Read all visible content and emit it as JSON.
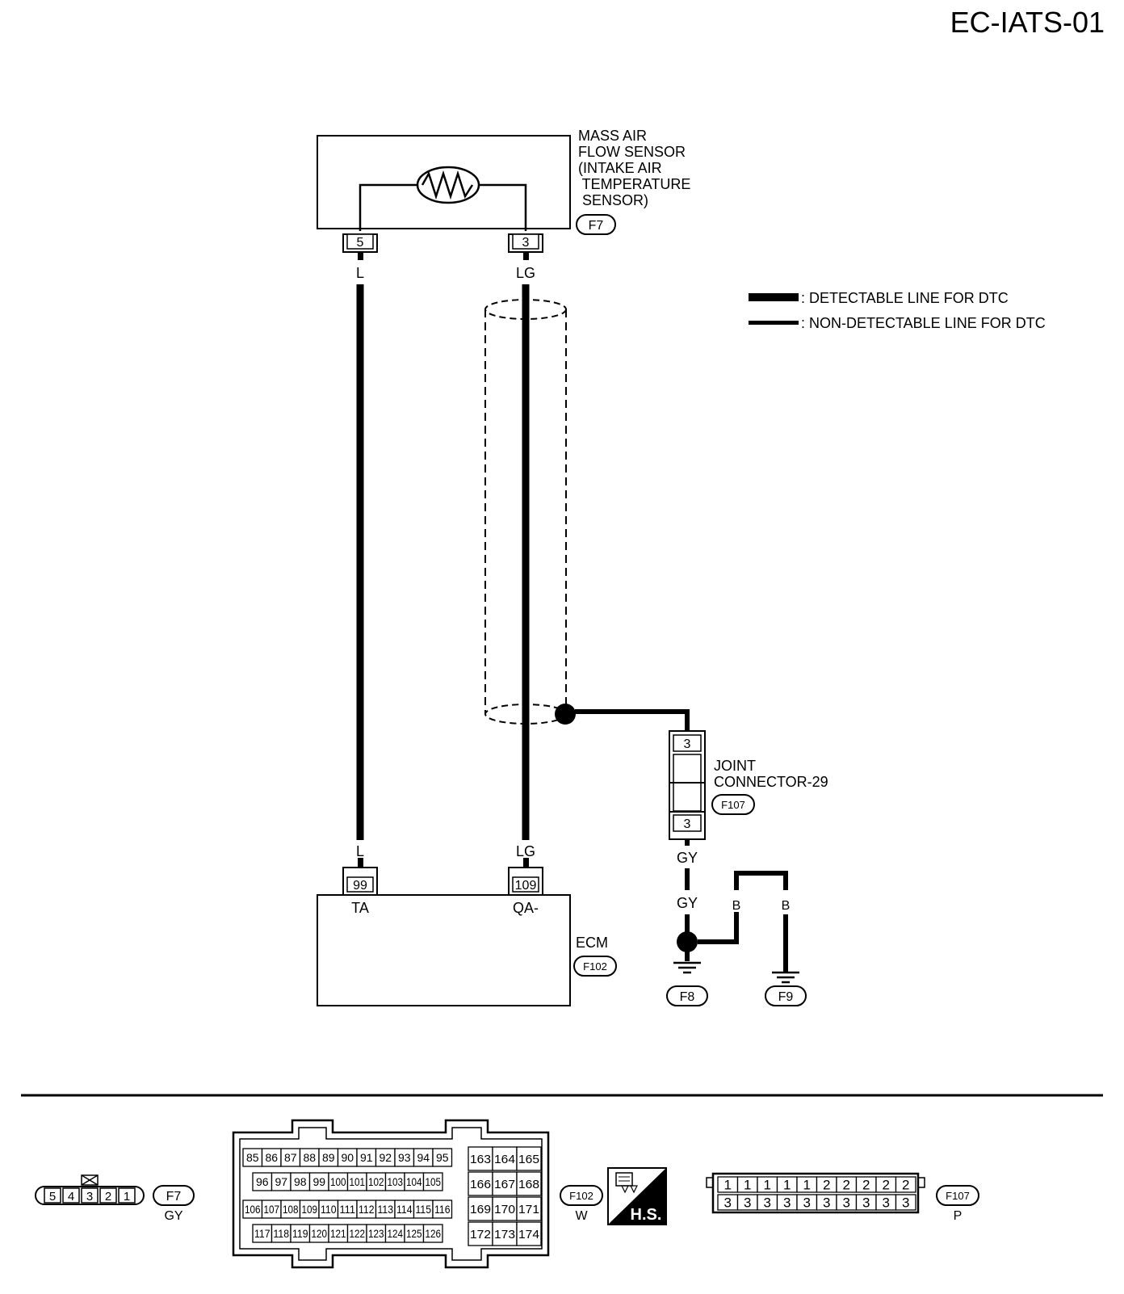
{
  "header": {
    "page_code": "EC-IATS-01"
  },
  "components": {
    "maf_sensor": {
      "name_lines": [
        "MASS AIR",
        "FLOW SENSOR",
        "(INTAKE AIR",
        " TEMPERATURE",
        " SENSOR)"
      ],
      "connector": "F7",
      "pins": [
        "5",
        "3"
      ]
    },
    "ecm": {
      "name": "ECM",
      "connector": "F102",
      "pins": [
        "99",
        "109"
      ],
      "pin_functions": [
        "TA",
        "QA-"
      ]
    },
    "joint_connector": {
      "name_lines": [
        "JOINT",
        "CONNECTOR-29"
      ],
      "connector": "F107",
      "pins": [
        "3",
        "3"
      ]
    }
  },
  "wires": {
    "ta_wire_top": "L",
    "ta_wire_bottom": "L",
    "qa_wire_top": "LG",
    "qa_wire_bottom": "LG",
    "shield_gy_top": "GY",
    "shield_gy_bottom": "GY",
    "ground_b_left": "B",
    "ground_b_right": "B"
  },
  "grounds": [
    "F8",
    "F9"
  ],
  "legend": [
    {
      "style": "thick",
      "text": ": DETECTABLE LINE FOR DTC"
    },
    {
      "style": "thin",
      "text": ": NON-DETECTABLE LINE FOR DTC"
    }
  ],
  "connector_views": {
    "f7": {
      "pins": [
        "5",
        "4",
        "3",
        "2",
        "1"
      ],
      "id": "F7",
      "color": "GY"
    },
    "f102": {
      "rows_left": [
        [
          "85",
          "86",
          "87",
          "88",
          "89",
          "90",
          "91",
          "92",
          "93",
          "94",
          "95"
        ],
        [
          "96",
          "97",
          "98",
          "99",
          "100",
          "101",
          "102",
          "103",
          "104",
          "105"
        ],
        [
          "106",
          "107",
          "108",
          "109",
          "110",
          "111",
          "112",
          "113",
          "114",
          "115",
          "116"
        ],
        [
          "117",
          "118",
          "119",
          "120",
          "121",
          "122",
          "123",
          "124",
          "125",
          "126"
        ]
      ],
      "rows_right": [
        [
          "163",
          "164",
          "165"
        ],
        [
          "166",
          "167",
          "168"
        ],
        [
          "169",
          "170",
          "171"
        ],
        [
          "172",
          "173",
          "174"
        ]
      ],
      "id": "F102",
      "color": "W"
    },
    "hs_badge": "H.S.",
    "f107": {
      "top_row": [
        "1",
        "1",
        "1",
        "1",
        "1",
        "2",
        "2",
        "2",
        "2",
        "2"
      ],
      "bottom_row": [
        "3",
        "3",
        "3",
        "3",
        "3",
        "3",
        "3",
        "3",
        "3",
        "3"
      ],
      "id": "F107",
      "color": "P"
    }
  }
}
